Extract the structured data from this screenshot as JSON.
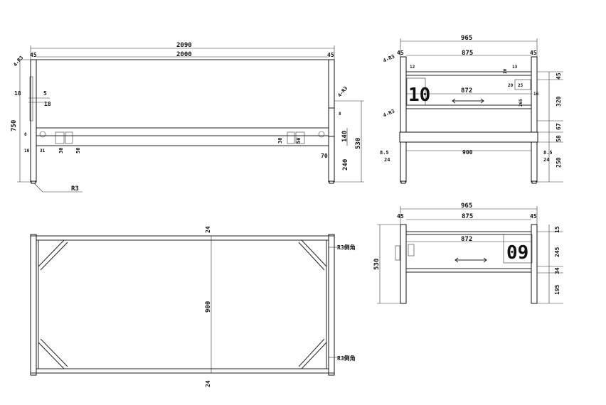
{
  "colors": {
    "line": "#222222",
    "text": "#111111",
    "background": "#ffffff"
  },
  "front_view": {
    "overall_length": "2090",
    "inner_length": "2000",
    "post_left": "45",
    "post_right": "45",
    "height": "750",
    "dim_18a": "18",
    "dim_5": "5",
    "dim_18b": "18",
    "dim_8a": "8",
    "dim_8b": "8",
    "dim_10": "10",
    "dim_31": "31",
    "dim_30a": "30",
    "dim_50a": "50",
    "dim_30b": "30",
    "dim_50b": "50",
    "dim_140": "140",
    "dim_530": "530",
    "dim_70": "70",
    "dim_240": "240",
    "radius": "R3",
    "chamfer_left": "4-R3",
    "chamfer_right": "4-R3"
  },
  "side_view_top": {
    "overall_width": "965",
    "inner_width": "875",
    "post_left": "45",
    "post_right": "45",
    "chamfer_top": "4-R3",
    "chamfer_mid": "4-R3",
    "dim_12": "12",
    "dim_13": "13",
    "dim_10": "10",
    "dim_872": "872",
    "dim_20": "20",
    "dim_25": "25",
    "dim_16": "16",
    "dim_265": "265",
    "dim_45": "45",
    "dim_320": "320",
    "dim_58": "58",
    "dim_67": "67",
    "dim_250": "250",
    "dim_900": "900",
    "dim_85_left": "8.5",
    "dim_24_left": "24",
    "dim_85_right": "8.5",
    "dim_24_right": "24",
    "badge": "10"
  },
  "plan_view": {
    "width_900": "900",
    "top_24": "24",
    "bottom_24": "24",
    "corner_note_top": "R3倒角",
    "corner_note_bottom": "R3倒角"
  },
  "side_view_bottom": {
    "overall_width": "965",
    "inner_width": "875",
    "post_left": "45",
    "post_right": "45",
    "dim_872": "872",
    "dim_530": "530",
    "dim_15": "15",
    "dim_245": "245",
    "dim_34": "34",
    "dim_195": "195",
    "badge": "09"
  }
}
